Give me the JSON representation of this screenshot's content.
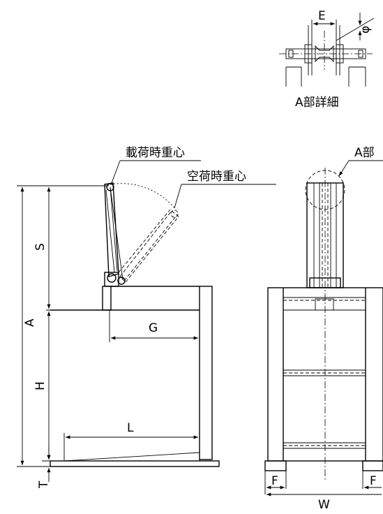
{
  "labels": {
    "E": "E",
    "phi": "φ",
    "detail_caption": "A部詳細",
    "loaded_cg": "載荷時重心",
    "unloaded_cg": "空荷時重心",
    "part_a": "A部",
    "A": "A",
    "S": "S",
    "H": "H",
    "T": "T",
    "G": "G",
    "L": "L",
    "F_left": "F",
    "F_right": "F",
    "W": "W"
  }
}
